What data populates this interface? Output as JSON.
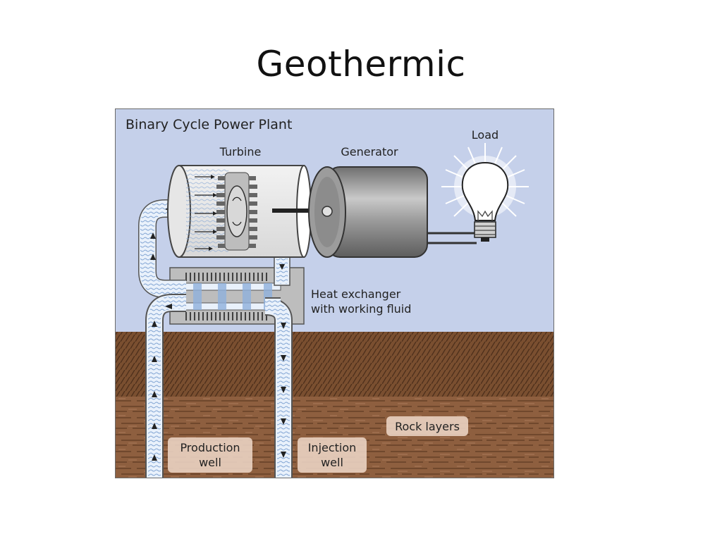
{
  "slide": {
    "title": "Geothermic"
  },
  "diagram": {
    "heading": "Binary Cycle Power Plant",
    "labels": {
      "turbine": "Turbine",
      "generator": "Generator",
      "load": "Load",
      "heat_exchanger_line1": "Heat exchanger",
      "heat_exchanger_line2": "with working fluid",
      "rock_layers": "Rock layers",
      "production_well_line1": "Production",
      "production_well_line2": "well",
      "injection_well_line1": "Injection",
      "injection_well_line2": "well"
    },
    "colors": {
      "sky": "#c5d0ea",
      "soil": "#7c5031",
      "rock": "#8f6040",
      "pipe": "#e9f1fb",
      "fluid": "#8fb0dc",
      "generator_body": "#8a8a8a",
      "bulb_glow": "#ffffff"
    }
  }
}
